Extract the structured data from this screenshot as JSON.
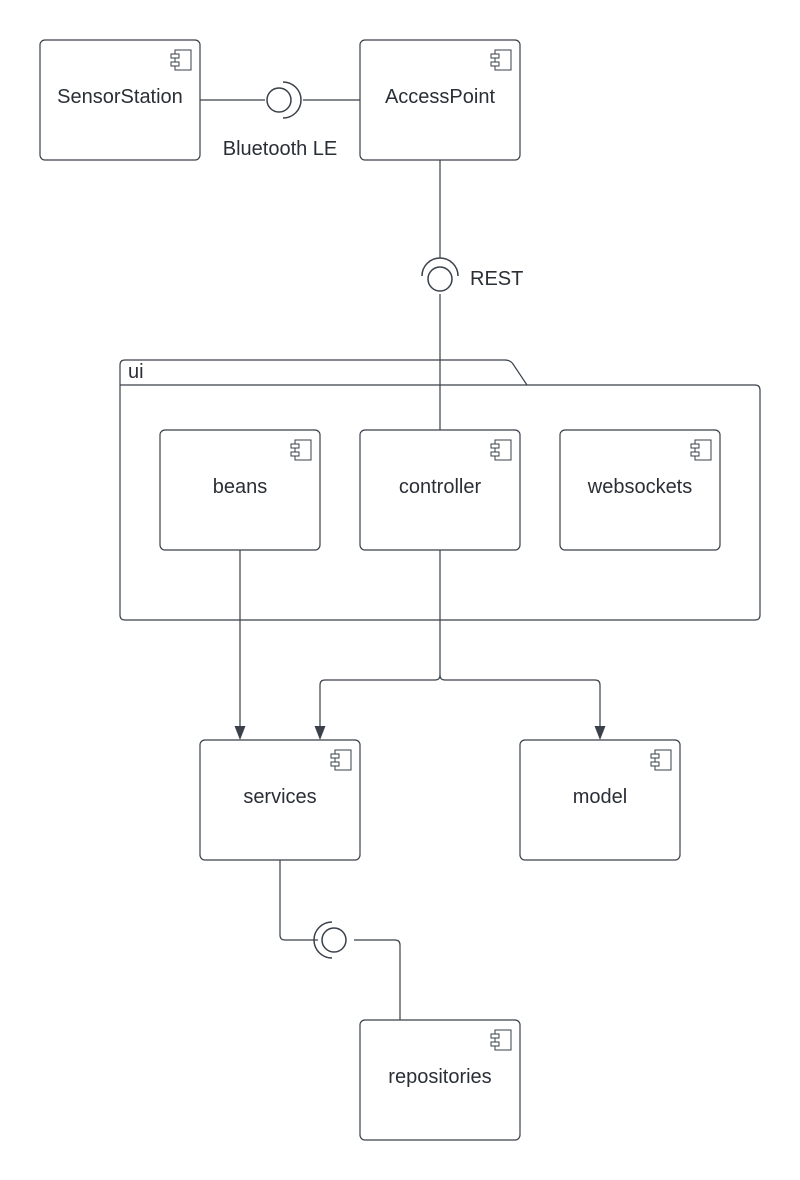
{
  "components": {
    "sensor_station": "SensorStation",
    "access_point": "AccessPoint",
    "beans": "beans",
    "controller": "controller",
    "websockets": "websockets",
    "services": "services",
    "model": "model",
    "repositories": "repositories"
  },
  "package": {
    "name": "ui"
  },
  "interfaces": {
    "bluetooth": "Bluetooth LE",
    "rest": "REST"
  },
  "icons": {
    "component": "uml-component-icon"
  },
  "colors": {
    "stroke": "#3a414a",
    "text": "#2a2f36"
  }
}
